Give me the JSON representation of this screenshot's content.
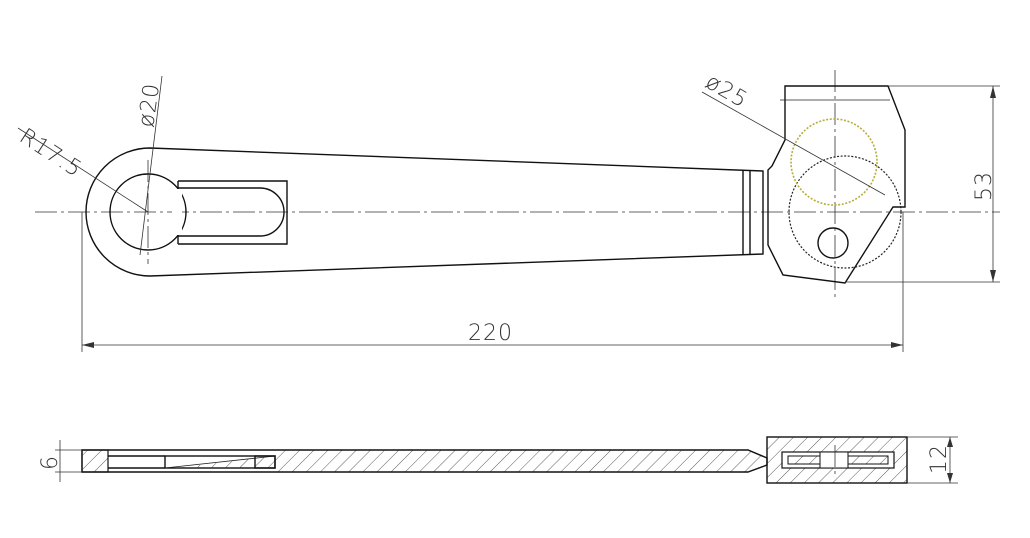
{
  "dimensions": {
    "radius_end": "R17.5",
    "dia_hole": "ø20",
    "dia_knurl": "ø25",
    "overall_length": "220",
    "head_height": "53",
    "thickness_arm": "6",
    "thickness_head": "12"
  },
  "colors": {
    "line": "#111111",
    "dimension": "#333333",
    "highlight": "#b8ad3a"
  }
}
